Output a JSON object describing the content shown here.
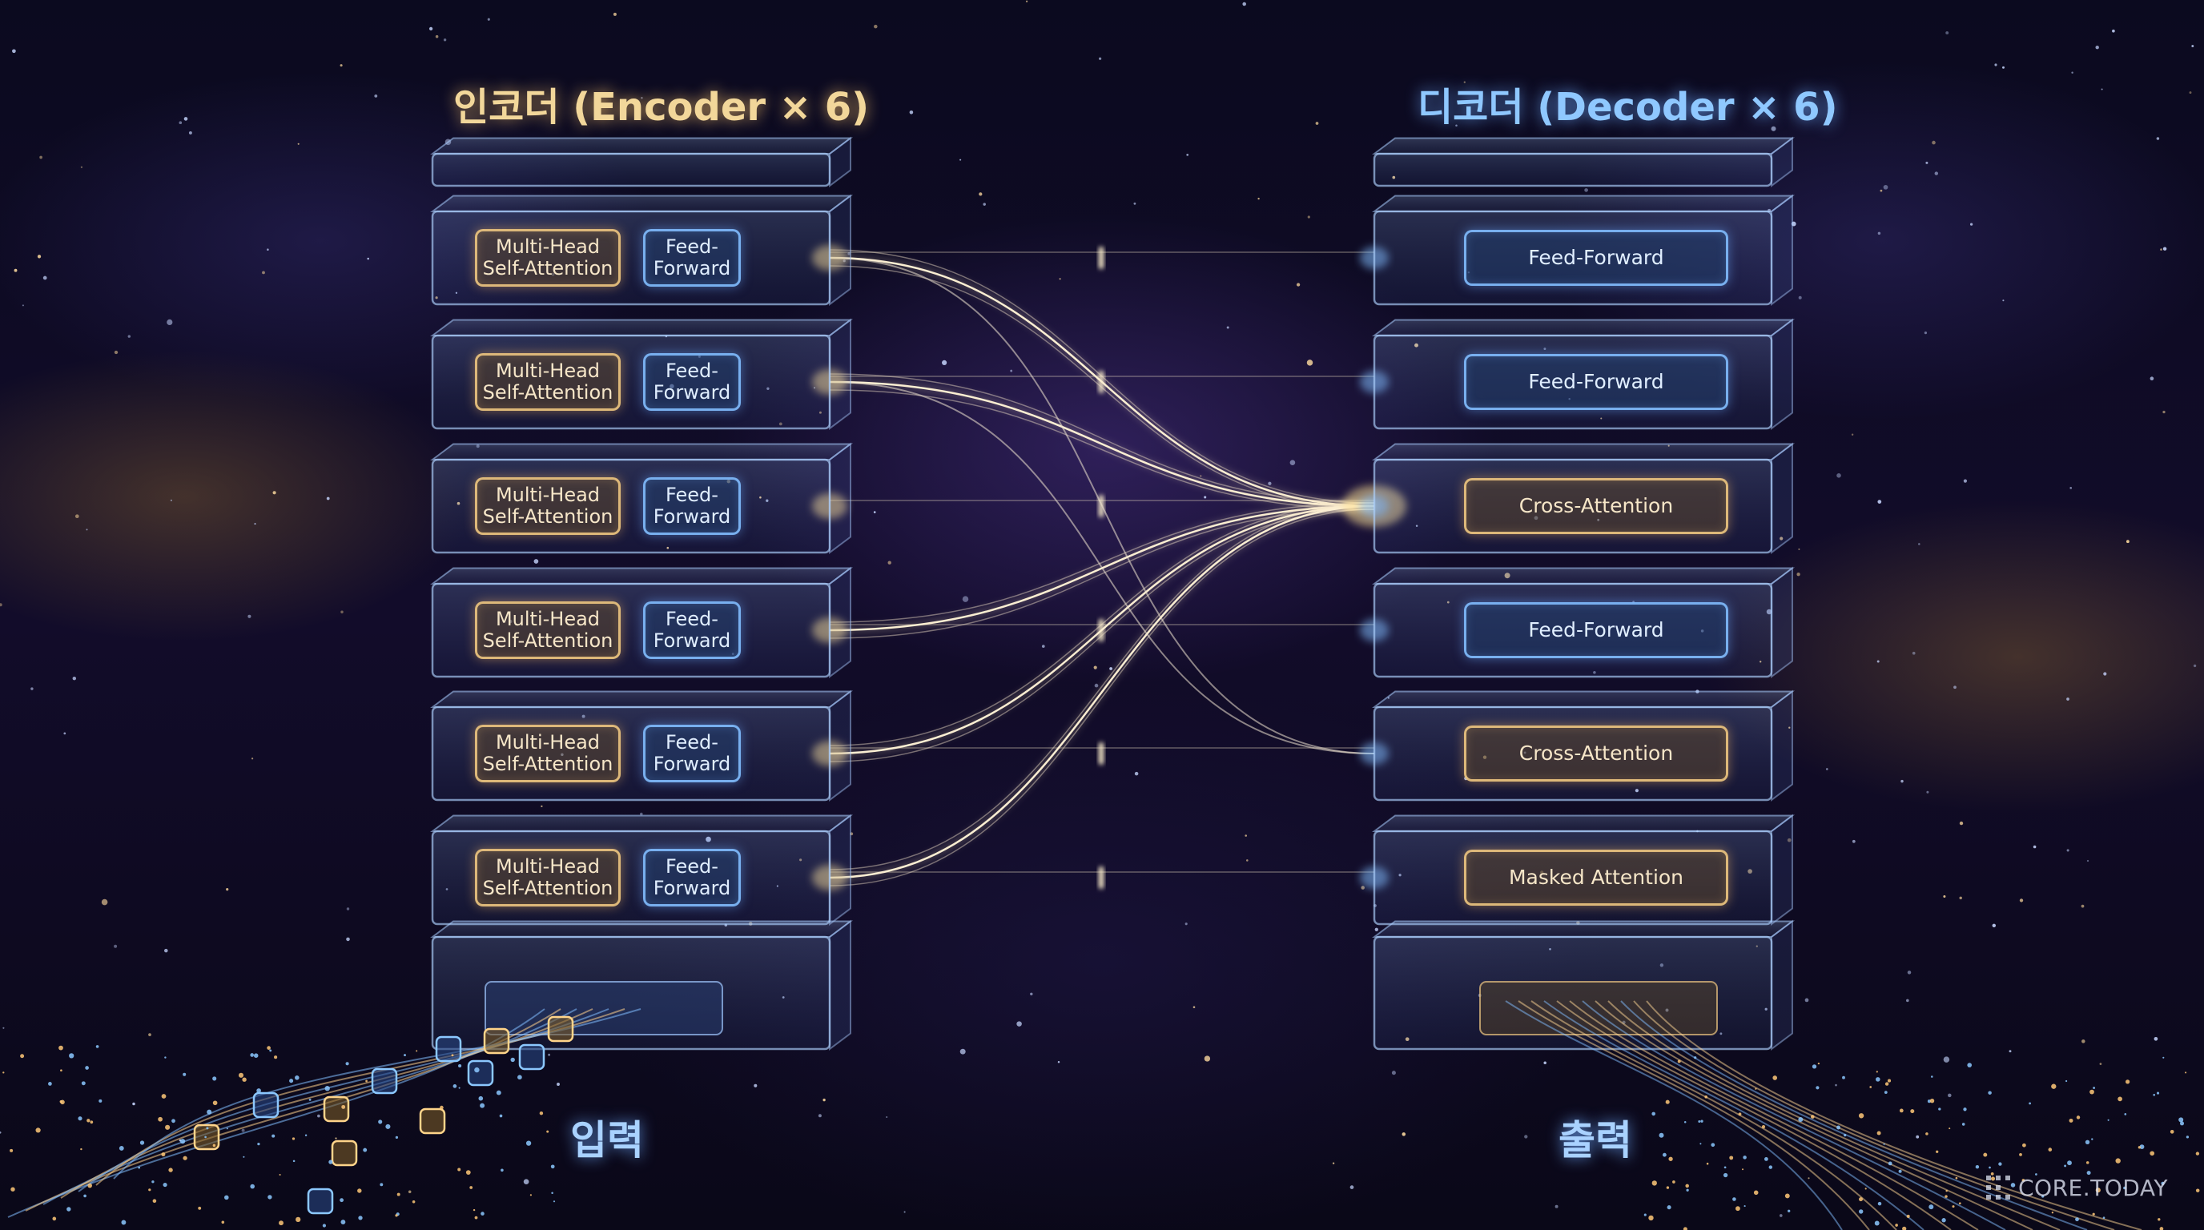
{
  "encoder": {
    "title": "인코더 (Encoder × 6)",
    "layers": [
      {
        "attention_label": "Multi-Head\nSelf-Attention",
        "ffn_label": "Feed-\nForward"
      },
      {
        "attention_label": "Multi-Head\nSelf-Attention",
        "ffn_label": "Feed-\nForward"
      },
      {
        "attention_label": "Multi-Head\nSelf-Attention",
        "ffn_label": "Feed-\nForward"
      },
      {
        "attention_label": "Multi-Head\nSelf-Attention",
        "ffn_label": "Feed-\nForward"
      },
      {
        "attention_label": "Multi-Head\nSelf-Attention",
        "ffn_label": "Feed-\nForward"
      },
      {
        "attention_label": "Multi-Head\nSelf-Attention",
        "ffn_label": "Feed-\nForward"
      }
    ],
    "input_label": "입력"
  },
  "decoder": {
    "title": "디코더 (Decoder × 6)",
    "layers": [
      {
        "label": "Feed-Forward",
        "style": "blue"
      },
      {
        "label": "Feed-Forward",
        "style": "blue"
      },
      {
        "label": "Cross-Attention",
        "style": "gold"
      },
      {
        "label": "Feed-Forward",
        "style": "blue"
      },
      {
        "label": "Cross-Attention",
        "style": "gold"
      },
      {
        "label": "Masked Attention",
        "style": "gold"
      }
    ],
    "output_label": "출력"
  },
  "watermark": "CORE.TODAY",
  "colors": {
    "encoder_accent": "#f2d79a",
    "decoder_accent": "#8fc8ff",
    "background": "#0b0a1f"
  }
}
